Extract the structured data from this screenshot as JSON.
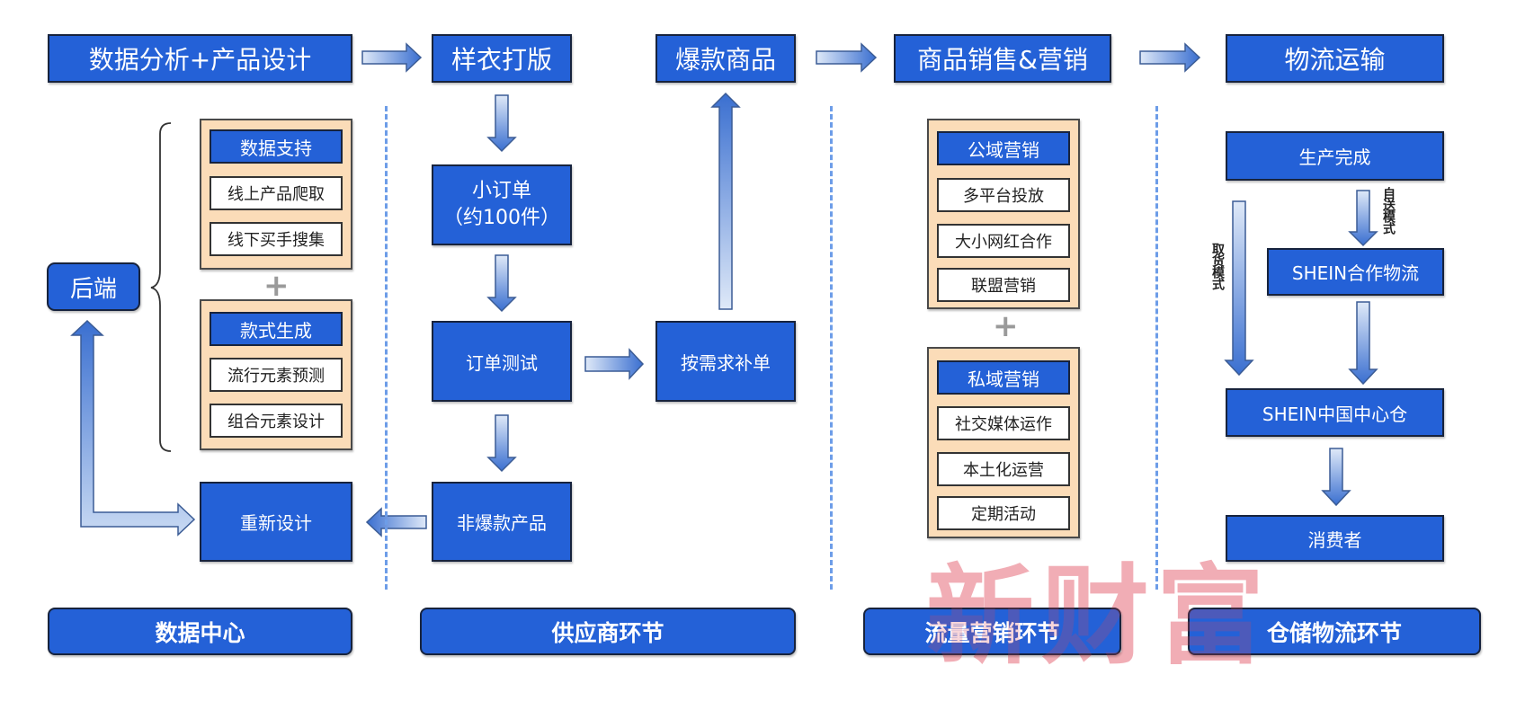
{
  "top_row": {
    "data_analysis": "数据分析+产品设计",
    "sample_making": "样衣打版",
    "hot_products": "爆款商品",
    "sales_marketing": "商品销售&营销",
    "logistics": "物流运输"
  },
  "data_center": {
    "backend": "后端",
    "data_support": {
      "title": "数据支持",
      "items": [
        "线上产品爬取",
        "线下买手搜集"
      ]
    },
    "plus": "+",
    "style_generation": {
      "title": "款式生成",
      "items": [
        "流行元素预测",
        "组合元素设计"
      ]
    },
    "redesign": "重新设计"
  },
  "supplier": {
    "small_order_line1": "小订单",
    "small_order_line2": "（约100件）",
    "order_test": "订单测试",
    "non_hot": "非爆款产品",
    "restock": "按需求补单"
  },
  "marketing": {
    "public": {
      "title": "公域营销",
      "items": [
        "多平台投放",
        "大小网红合作",
        "联盟营销"
      ]
    },
    "plus": "+",
    "private": {
      "title": "私域营销",
      "items": [
        "社交媒体运作",
        "本土化运营",
        "定期活动"
      ]
    }
  },
  "warehouse": {
    "production_done": "生产完成",
    "self_delivery_label": "自送模式",
    "pickup_label": "取货模式",
    "partner_logistics": "SHEIN合作物流",
    "central_warehouse": "SHEIN中国中心仓",
    "consumer": "消费者"
  },
  "sections": [
    "数据中心",
    "供应商环节",
    "流量营销环节",
    "仓储物流环节"
  ],
  "watermark": "新财富",
  "colors": {
    "box_blue": "#2461d7",
    "border_dark": "#17233d",
    "panel_peach": "#fbdcb8",
    "dash_blue": "#6d9de8",
    "watermark_red": "#de4655"
  }
}
